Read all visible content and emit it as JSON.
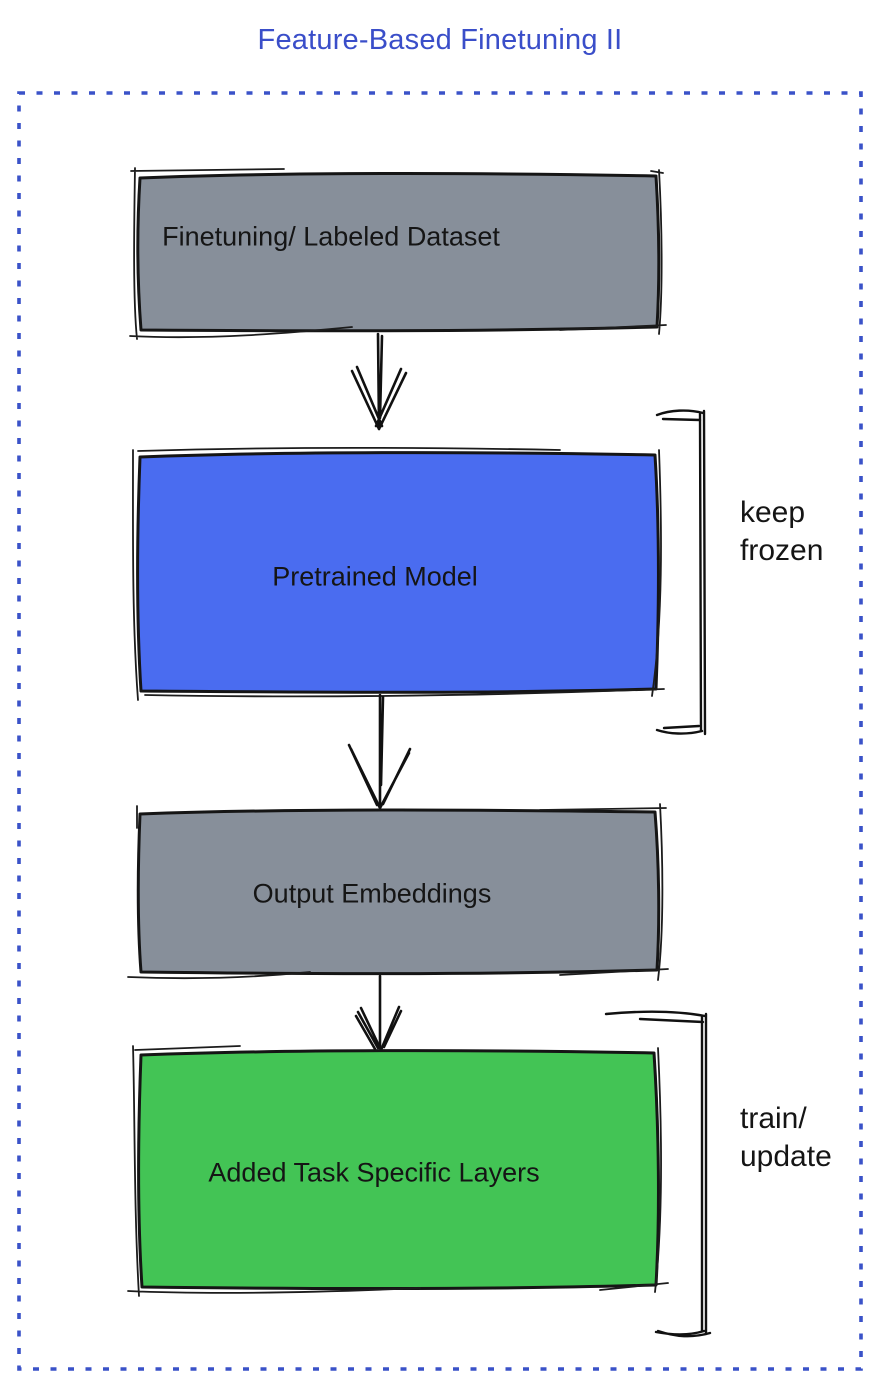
{
  "title": {
    "text": "Feature-Based Finetuning II",
    "color": "#3A4EC9"
  },
  "frame": {
    "border_color": "#3A52C8",
    "style": "dotted"
  },
  "nodes": [
    {
      "id": "finetuning-dataset",
      "label": "Finetuning/ Labeled Dataset",
      "fill": "#878F9A"
    },
    {
      "id": "pretrained-model",
      "label": "Pretrained Model",
      "fill": "#4A6CF0"
    },
    {
      "id": "output-embeddings",
      "label": "Output Embeddings",
      "fill": "#878F9A"
    },
    {
      "id": "added-task-layers",
      "label": "Added Task Specific Layers",
      "fill": "#43C455"
    }
  ],
  "annotations": [
    {
      "target": "pretrained-model",
      "lines": [
        "keep",
        "frozen"
      ]
    },
    {
      "target": "added-task-layers",
      "lines": [
        "train/",
        "update"
      ]
    }
  ],
  "edges": [
    {
      "from": "finetuning-dataset",
      "to": "pretrained-model"
    },
    {
      "from": "pretrained-model",
      "to": "output-embeddings"
    },
    {
      "from": "output-embeddings",
      "to": "added-task-layers"
    }
  ]
}
